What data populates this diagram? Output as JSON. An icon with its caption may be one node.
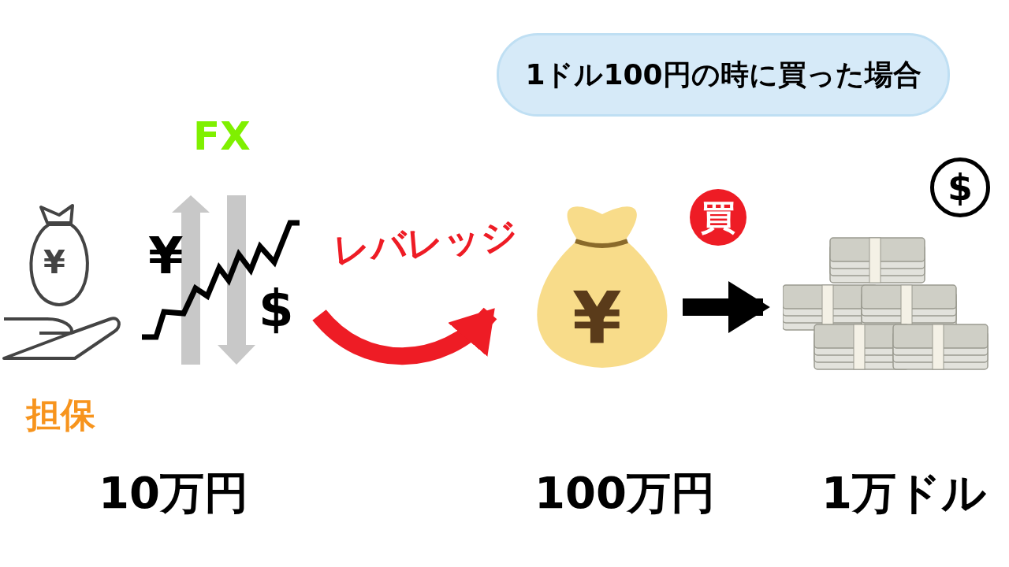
{
  "diagram": {
    "nodes": [
      {
        "text": [
          "¥"
        ]
      },
      {
        "text": [
          "¥",
          "$"
        ]
      },
      {
        "text": [
          "¥"
        ]
      },
      {
        "text": [],
        "shape": "picture"
      },
      {
        "text": [
          "買"
        ]
      },
      {
        "text": [
          "$"
        ]
      },
      {
        "text": [
          "1ドル100円の時に買った場合"
        ]
      }
    ],
    "edges": [
      {
        "from": 1,
        "to": 2,
        "arrow": "to",
        "label": "レバレッジ",
        "color": "#ee1c25"
      },
      {
        "from": 2,
        "to": 3,
        "arrow": "to",
        "color": "#000000"
      }
    ],
    "labels": [
      "FX",
      "担保",
      "10万円",
      "100万円",
      "1万ドル"
    ]
  }
}
